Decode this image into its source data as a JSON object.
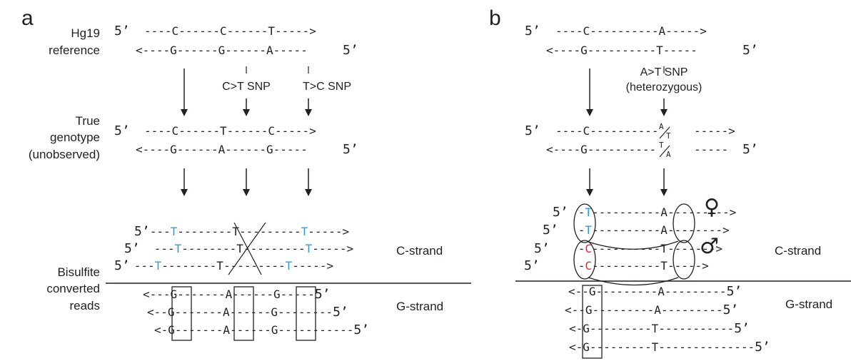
{
  "panel_a": {
    "label": "a",
    "ref_label_1": "Hg19",
    "ref_label_2": "reference",
    "ref_top_prefix": "5’",
    "ref_top_seq": "----C------C------T----->",
    "ref_bot_seq": "<----G------G------A-----",
    "ref_bot_suffix": "5’",
    "snp_1": "C>T SNP",
    "snp_2": "T>C SNP",
    "true_label_1": "True",
    "true_label_2": "genotype",
    "true_label_3": "(unobserved)",
    "true_top_prefix": "5’",
    "true_top_seq": "----C------T------C----->",
    "true_bot_seq": "<----G------A------G-----",
    "true_bot_suffix": "5’",
    "bis_label_1": "Bisulfite",
    "bis_label_2": "converted",
    "bis_label_3": "reads",
    "c_strand_label": "C-strand",
    "g_strand_label": "G-strand",
    "c_reads": [
      {
        "prefix": "5’",
        "pre": "---",
        "b1": "T",
        "mid1": "--------",
        "b2": "T",
        "mid2": "---------",
        "b3": "T",
        "post": "----->"
      },
      {
        "prefix": "5’",
        "pre": "---",
        "b1": "T",
        "mid1": "--------",
        "b2": "T",
        "mid2": "---------",
        "b3": "T",
        "post": "----->"
      },
      {
        "prefix": "5’",
        "pre": "---",
        "b1": "T",
        "mid1": "--------",
        "b2": "T",
        "mid2": "---------",
        "b3": "T",
        "post": "----->"
      }
    ],
    "g_reads": [
      {
        "seq": "<---G-------A------G-----",
        "suffix": "5’"
      },
      {
        "seq": "<--G-------A------G--------",
        "suffix": "5’"
      },
      {
        "seq": "<-G-------A------G-----------",
        "suffix": "5’"
      }
    ]
  },
  "panel_b": {
    "label": "b",
    "ref_top_prefix": "5’",
    "ref_top_seq": "----C----------A----->",
    "ref_bot_seq": "<----G----------T-----",
    "ref_bot_suffix": "5’",
    "snp_1": "A>T SNP",
    "snp_2": "(heterozygous)",
    "true_top_prefix": "5’",
    "true_top_seq": "----C----------",
    "true_top_end": "----->",
    "true_bot_seq": "<----G----------",
    "true_bot_end": "-----",
    "true_bot_suffix": "5’",
    "het_top_a": "A",
    "het_top_b": "T",
    "het_bot_a": "T",
    "het_bot_b": "A",
    "c_strand_label": "C-strand",
    "g_strand_label": "G-strand",
    "c_reads": [
      {
        "prefix": "5’",
        "pre": "-",
        "b1": "T",
        "mid": "----------",
        "b2": "A",
        "post": "--------->",
        "color": "blue"
      },
      {
        "prefix": "5’",
        "pre": "-",
        "b1": "T",
        "mid": "----------",
        "b2": "A",
        "post": "-------->",
        "color": "blue"
      },
      {
        "prefix": "5’",
        "pre": "-",
        "b1": "C",
        "mid": "----------",
        "b2": "T",
        "post": "------->",
        "color": "red"
      },
      {
        "prefix": "5’",
        "pre": "-",
        "b1": "C",
        "mid": "----------",
        "b2": "T",
        "post": "----->",
        "color": "red"
      }
    ],
    "g_reads": [
      {
        "seq": "<--G---------A---------",
        "suffix": "5’"
      },
      {
        "seq": "<--G---------A---------",
        "suffix": "5’"
      },
      {
        "seq": "<-G---------T-----------",
        "suffix": "5’"
      },
      {
        "seq": "<-G---------T--------------",
        "suffix": "5’"
      }
    ],
    "female_symbol": "♀",
    "male_symbol": "♂"
  }
}
